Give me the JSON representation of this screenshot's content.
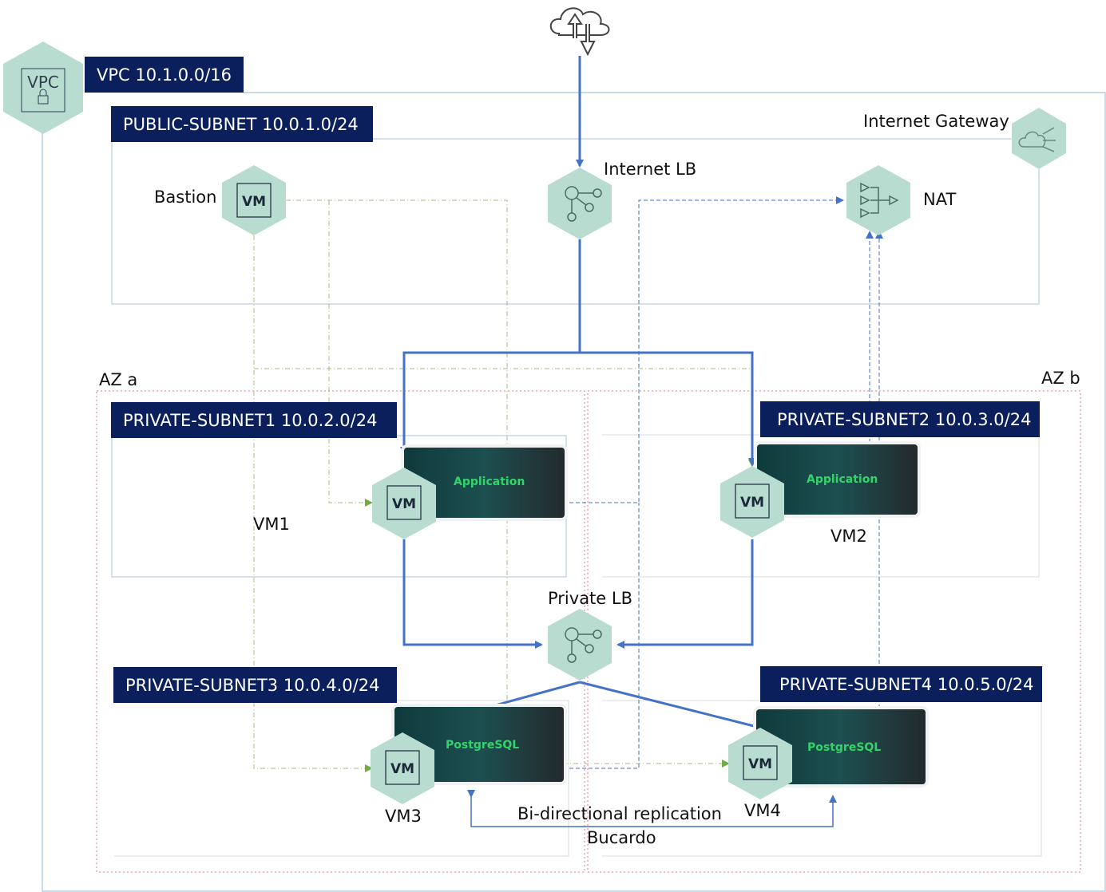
{
  "internet": {
    "icon": "cloud-upload-download-icon"
  },
  "vpc": {
    "label": "VPC 10.1.0.0/16",
    "icon_text": "VPC",
    "icon": "vpc-lock-icon"
  },
  "public_subnet": {
    "label": "PUBLIC-SUBNET 10.0.1.0/24"
  },
  "internet_gateway": {
    "label": "Internet Gateway",
    "icon": "internet-gateway-icon"
  },
  "bastion": {
    "label": "Bastion",
    "icon_text": "VM"
  },
  "internet_lb": {
    "label": "Internet LB",
    "icon": "load-balancer-icon"
  },
  "nat": {
    "label": "NAT",
    "icon": "nat-icon"
  },
  "az_a": {
    "label": "AZ a"
  },
  "az_b": {
    "label": "AZ b"
  },
  "private_subnet1": {
    "label": "PRIVATE-SUBNET1 10.0.2.0/24"
  },
  "private_subnet2": {
    "label": "PRIVATE-SUBNET2 10.0.3.0/24"
  },
  "private_subnet3": {
    "label": "PRIVATE-SUBNET3 10.0.4.0/24"
  },
  "private_subnet4": {
    "label": "PRIVATE-SUBNET4 10.0.5.0/24"
  },
  "vm1": {
    "label": "VM1",
    "icon_text": "VM",
    "card": "Application"
  },
  "vm2": {
    "label": "VM2",
    "icon_text": "VM",
    "card": "Application"
  },
  "vm3": {
    "label": "VM3",
    "icon_text": "VM",
    "card": "PostgreSQL"
  },
  "vm4": {
    "label": "VM4",
    "icon_text": "VM",
    "card": "PostgreSQL"
  },
  "private_lb": {
    "label": "Private LB",
    "icon": "load-balancer-icon"
  },
  "replication": {
    "line1": "Bi-directional replication",
    "line2": "Bucardo"
  },
  "colors": {
    "banner": "#0b1f5c",
    "hex": "#b8dccf",
    "flow": "#4472c4",
    "ssh": "#70ad47",
    "az": "#e07a8a",
    "card_text": "#33d36b"
  }
}
